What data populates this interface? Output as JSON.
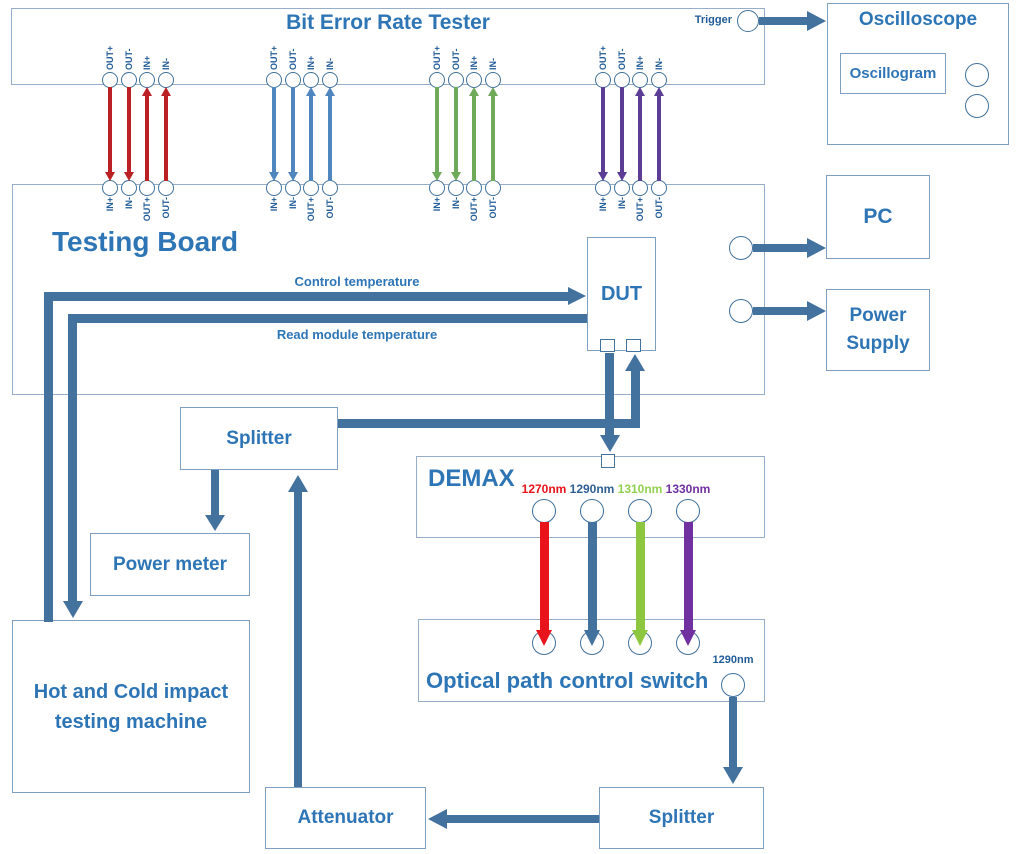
{
  "diagram": {
    "boxes": {
      "bert": "Bit Error Rate Tester",
      "oscilloscope": "Oscilloscope",
      "oscillogram": "Oscillogram",
      "testing_board": "Testing Board",
      "dut": "DUT",
      "pc": "PC",
      "power_supply": "Power Supply",
      "splitter_top": "Splitter",
      "power_meter": "Power meter",
      "hot_cold": "Hot and Cold impact testing machine",
      "demax": "DEMAX",
      "optical_switch": "Optical path control switch",
      "splitter_bottom": "Splitter",
      "attenuator": "Attenuator"
    },
    "labels": {
      "trigger": "Trigger",
      "control_temperature": "Control temperature",
      "read_module_temperature": "Read module temperature",
      "switch_output_port": "1290nm"
    },
    "ports": {
      "bert_labels": [
        "OUT+",
        "OUT-",
        "IN+",
        "IN-"
      ],
      "board_labels": [
        "IN+",
        "IN-",
        "OUT+",
        "OUT-"
      ],
      "lane_groups": [
        {
          "name": "lane-1270",
          "color": "#bb2025"
        },
        {
          "name": "lane-1290",
          "color": "#4f86c0"
        },
        {
          "name": "lane-1310",
          "color": "#6fa95a"
        },
        {
          "name": "lane-1330",
          "color": "#5c3d96"
        }
      ]
    },
    "channels": [
      {
        "label": "1270nm",
        "line_color": "#e8131b",
        "label_color": "#e8131b"
      },
      {
        "label": "1290nm",
        "line_color": "#44729e",
        "label_color": "#2e5f94"
      },
      {
        "label": "1310nm",
        "line_color": "#8dc63f",
        "label_color": "#92d050"
      },
      {
        "label": "1330nm",
        "line_color": "#7030a0",
        "label_color": "#7030a0"
      }
    ],
    "colors": {
      "connector": "#44729e",
      "box_border": "#7e9fc0",
      "title_text": "#2e75b6",
      "port_label": "#215c98"
    }
  }
}
